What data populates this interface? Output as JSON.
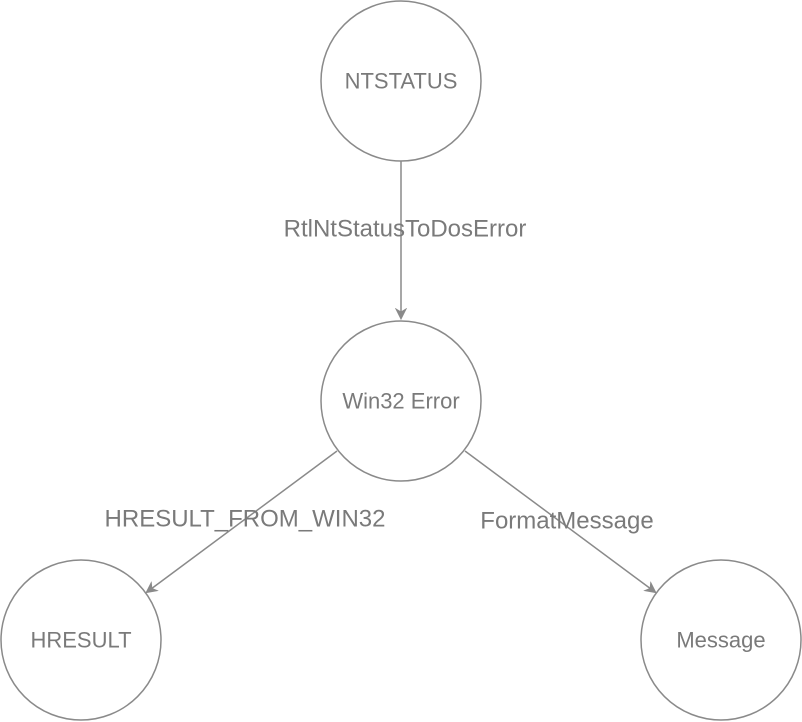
{
  "diagram": {
    "nodes": {
      "ntstatus": {
        "label": "NTSTATUS"
      },
      "win32": {
        "label": "Win32 Error"
      },
      "hresult": {
        "label": "HRESULT"
      },
      "message": {
        "label": "Message"
      }
    },
    "edges": {
      "ntstatus_to_win32": {
        "label": "RtlNtStatusToDosError",
        "from": "ntstatus",
        "to": "win32"
      },
      "win32_to_hresult": {
        "label": "HRESULT_FROM_WIN32",
        "from": "win32",
        "to": "hresult"
      },
      "win32_to_message": {
        "label": "FormatMessage",
        "from": "win32",
        "to": "message"
      }
    },
    "colors": {
      "stroke": "#8a8a8a",
      "text": "#7a7a7a",
      "background": "#ffffff"
    }
  }
}
